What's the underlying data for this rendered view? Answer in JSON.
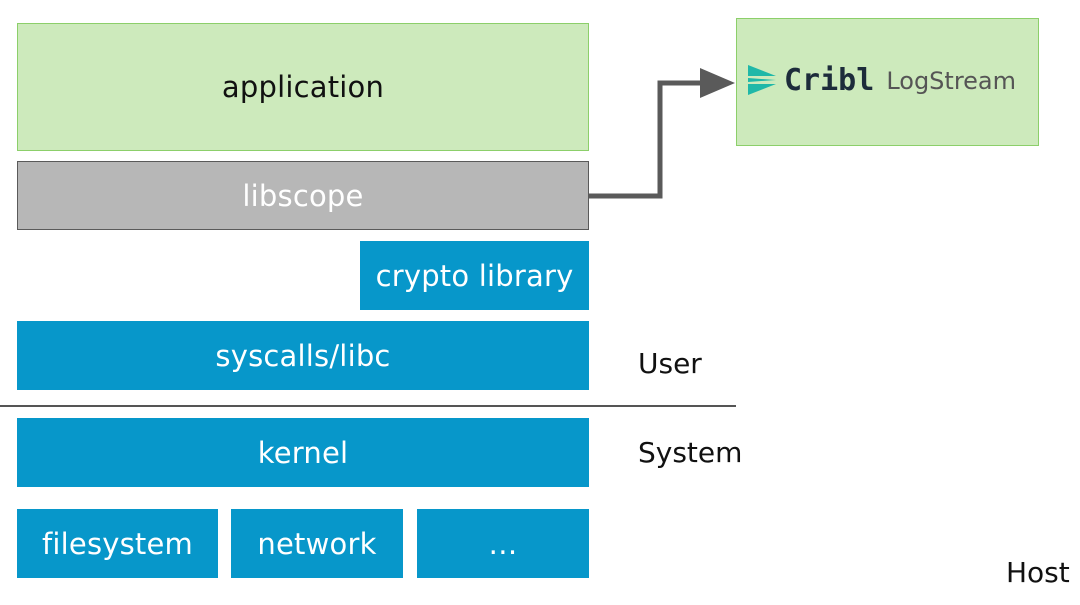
{
  "layers": {
    "application": "application",
    "libscope": "libscope",
    "crypto": "crypto library",
    "syscalls": "syscalls/libc",
    "kernel": "kernel",
    "filesystem": "filesystem",
    "network": "network",
    "more": "…"
  },
  "zones": {
    "user": "User",
    "system": "System",
    "host": "Host"
  },
  "destination": {
    "brand": "Cribl",
    "product": "LogStream"
  },
  "colors": {
    "green_fill": "#cdeabc",
    "green_border": "#8ccf6a",
    "libscope_fill": "#b7b7b7",
    "blue_fill": "#0797ca",
    "arrow": "#5a5a5a",
    "cribl_teal": "#1fb8a8"
  }
}
